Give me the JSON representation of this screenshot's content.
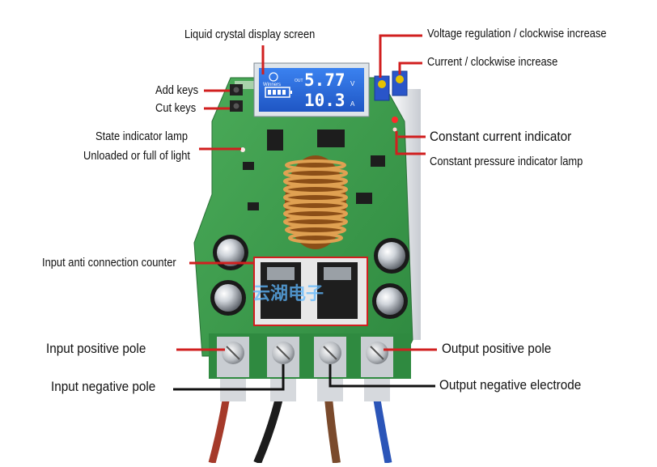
{
  "labels": {
    "lcd_screen": "Liquid crystal display screen",
    "add_keys": "Add keys",
    "cut_keys": "Cut keys",
    "state_lamp_1": "State indicator lamp",
    "state_lamp_2": "Unloaded or full of light",
    "voltage_regulation": "Voltage regulation / clockwise increase",
    "current_regulation": "Current / clockwise increase",
    "constant_current": "Constant current indicator",
    "constant_pressure": "Constant pressure indicator lamp",
    "input_anti": "Input anti connection counter",
    "input_positive": "Input positive pole",
    "input_negative": "Input negative pole",
    "output_positive": "Output positive pole",
    "output_negative": "Output negative electrode"
  },
  "lcd": {
    "logo": "Winners",
    "out_tag": "OUT",
    "voltage": "5.77",
    "voltage_unit": "V",
    "current": "10.3",
    "current_unit": "A"
  },
  "watermark": "云湖电子",
  "colors": {
    "pcb": "#3d9a4c",
    "lcd": "#2f6fe0",
    "red_pointer": "#d11f1f",
    "black_pointer": "#111111",
    "coil": "#c77b2a"
  }
}
